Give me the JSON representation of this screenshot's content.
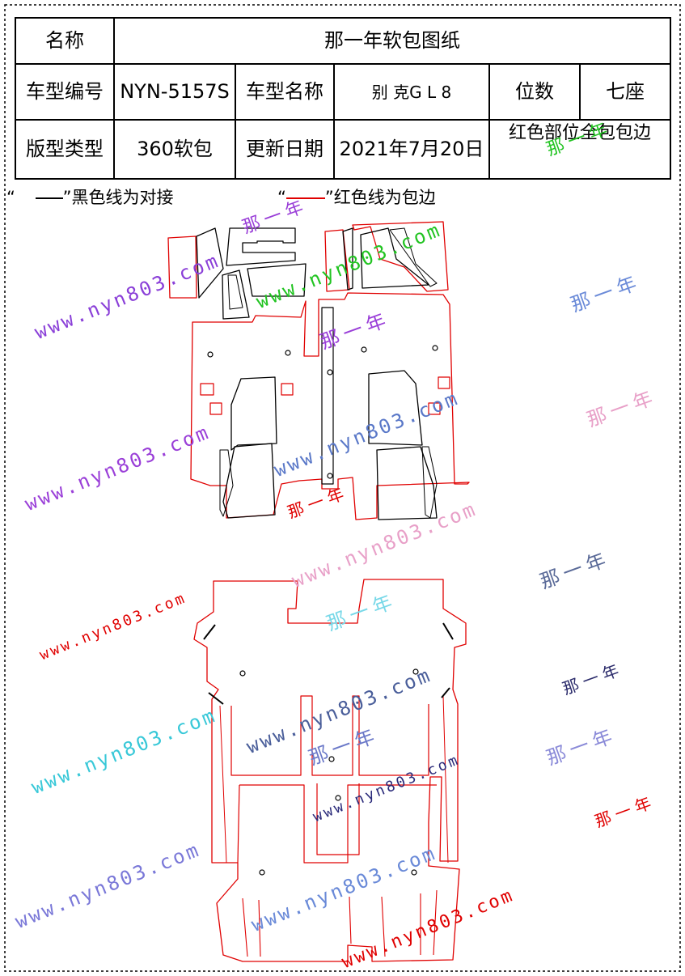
{
  "table": {
    "r1": {
      "label": "名称",
      "value": "那一年软包图纸"
    },
    "r2": {
      "c1": "车型编号",
      "c2": "NYN-5157S",
      "c3": "车型名称",
      "c4": "别 克G L 8",
      "c5": "位数",
      "c6": "七座"
    },
    "r3": {
      "c1": "版型类型",
      "c2": "360软包",
      "c3": "更新日期",
      "c4": "2021年7月20日",
      "c5": "红色部位全包包边"
    }
  },
  "legend": {
    "black_quote": "“",
    "black_text": "”黑色线为对接",
    "red_quote": "“",
    "red_text": "”红色线为包边"
  },
  "watermarks": {
    "site": "www.nyn803.com",
    "brand": "那一年"
  },
  "colors": {
    "black_line": "#000000",
    "red_line": "#e00000"
  }
}
